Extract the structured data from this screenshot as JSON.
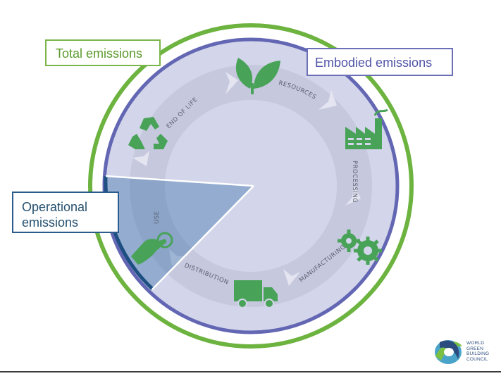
{
  "labels": {
    "total": "Total emissions",
    "embodied": "Embodied emissions",
    "operational_line1": "Operational",
    "operational_line2": "emissions"
  },
  "stages": {
    "resources": "RESOURCES",
    "processing": "PROCESSING",
    "manufacturing": "MANUFACTURING",
    "distribution": "DISTRIBUTION",
    "use": "USE",
    "end_of_life": "END OF LIFE"
  },
  "logo": {
    "line1": "WORLD",
    "line2": "GREEN",
    "line3": "BUILDING",
    "line4": "COUNCIL"
  },
  "colors": {
    "total_ring": "#6db33f",
    "embodied_ring": "#6367b3",
    "disc_fill": "#d3d5ea",
    "arrow_band": "#c4c6dc",
    "icon_green": "#48a358",
    "operational_wedge": "#2d6aa6"
  },
  "icons": {
    "resources": "leaf-icon",
    "processing": "factory-icon",
    "manufacturing": "gears-icon",
    "distribution": "truck-icon",
    "use": "hand-pointer-icon",
    "end_of_life": "recycle-icon"
  }
}
